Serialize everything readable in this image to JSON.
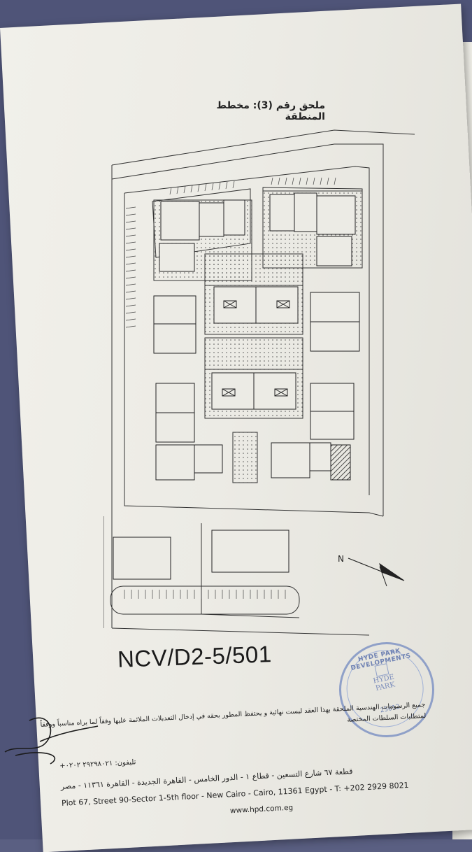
{
  "document": {
    "title": "ملحق رقم (3): مخطط المنطقة",
    "plan_code": "NCV/D2-5/501",
    "north_label": "N",
    "disclaimer": "جميع الرسومات الهندسية الملحقة بهذا العقد ليست نهائية و يحتفظ المطور بحقه في إدخال التعديلات الملائمة عليها وفقاً لما يراه مناسباً ووفقاً لمتطلبات السلطات المختصة",
    "stamp": {
      "top_text": "HYDE PARK DEVELOPMENTS",
      "logo_text": "HYDE PARK",
      "number": "25612"
    },
    "footer": {
      "phone_ar": "تليفون: ٢٩٢٩٨٠٢١ ٠٢٠٢+",
      "address_ar": "قطعة ٦٧ شارع التسعين - قطاع ١ - الدور الخامس - القاهرة الجديدة - القاهرة ١١٣٦١ - مصر",
      "address_en": "Plot 67, Street 90-Sector 1-5th floor - New Cairo - Cairo, 11361 Egypt - T: +202 2929 8021",
      "website": "www.hpd.com.eg"
    },
    "colors": {
      "paper": "#ecebe5",
      "ink": "#222222",
      "stamp": "#8fa0c8"
    }
  }
}
